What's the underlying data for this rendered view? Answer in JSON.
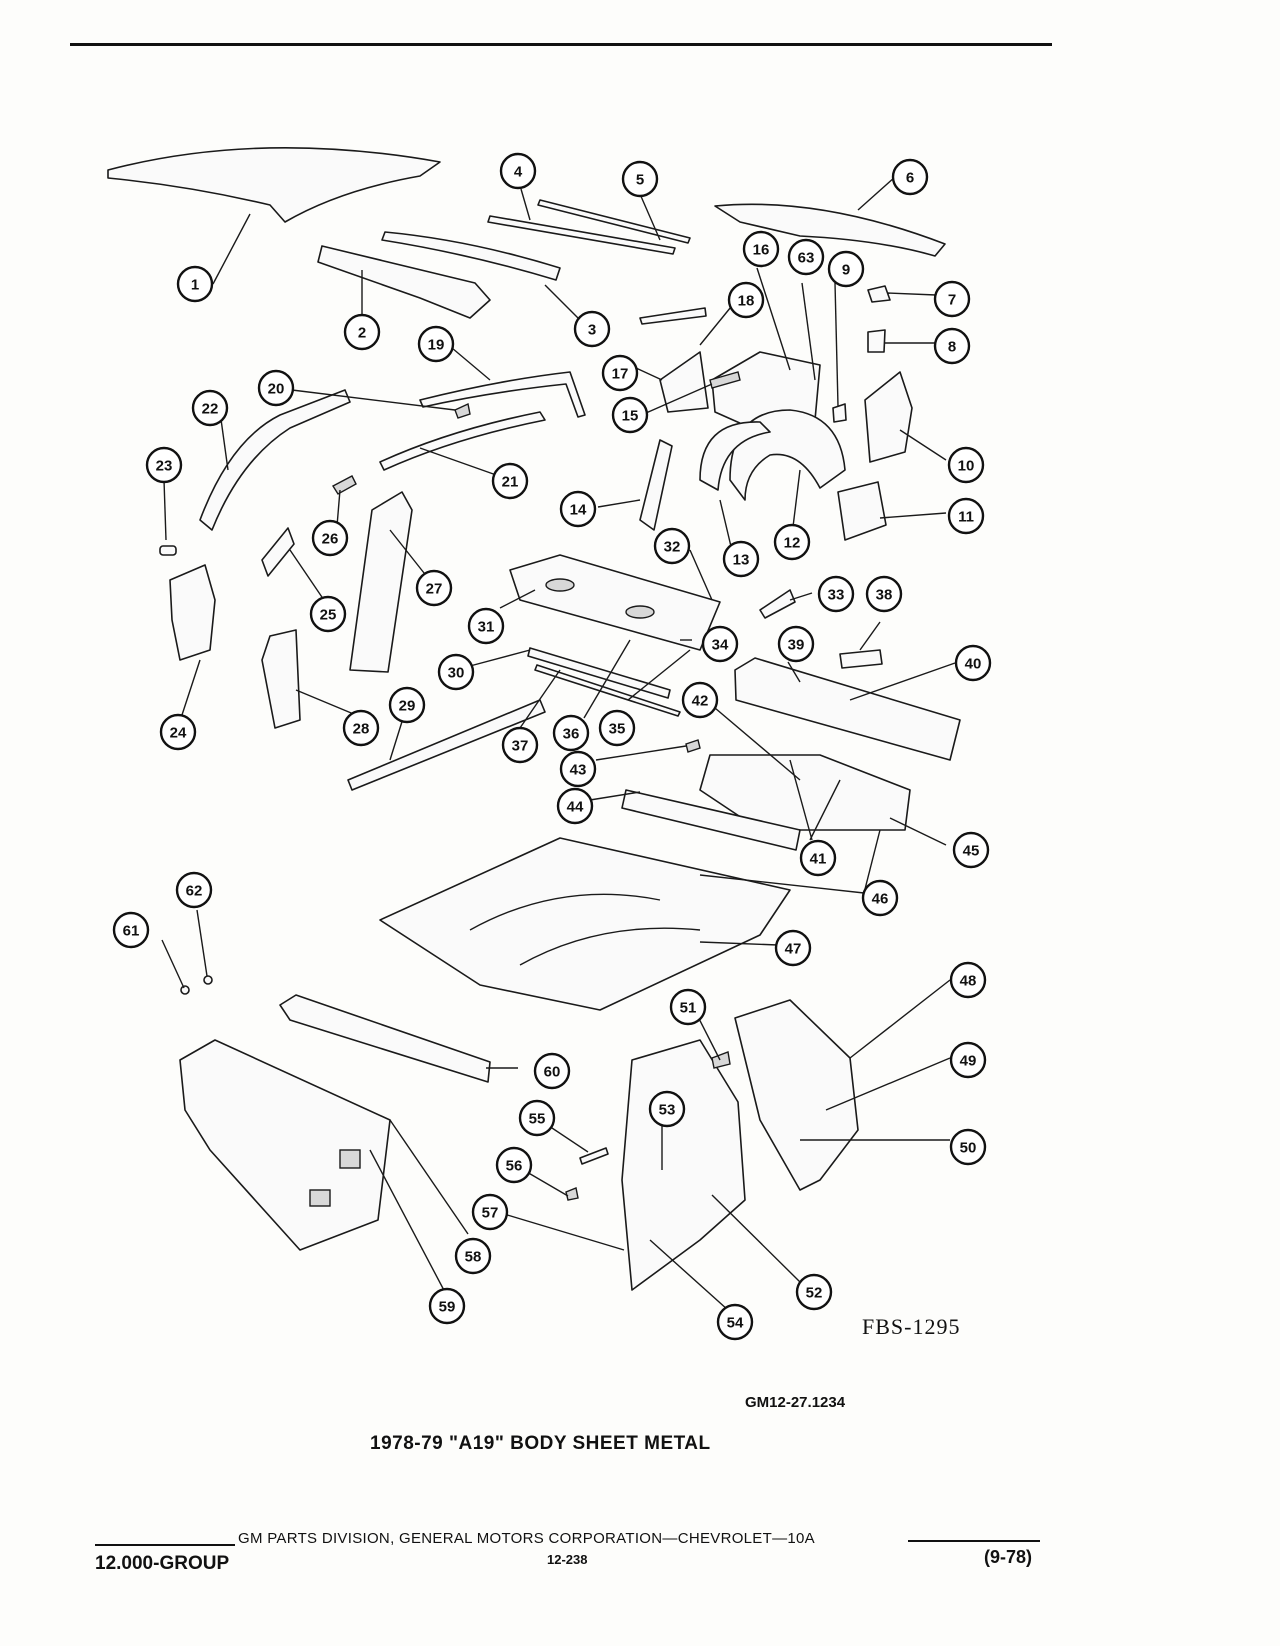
{
  "callouts": [
    "1",
    "2",
    "3",
    "4",
    "5",
    "6",
    "7",
    "8",
    "9",
    "10",
    "11",
    "12",
    "13",
    "14",
    "15",
    "16",
    "17",
    "18",
    "19",
    "20",
    "21",
    "22",
    "23",
    "24",
    "25",
    "26",
    "27",
    "28",
    "29",
    "30",
    "31",
    "32",
    "33",
    "34",
    "35",
    "36",
    "37",
    "38",
    "39",
    "40",
    "41",
    "42",
    "43",
    "44",
    "45",
    "46",
    "47",
    "48",
    "49",
    "50",
    "51",
    "52",
    "53",
    "54",
    "55",
    "56",
    "57",
    "58",
    "59",
    "60",
    "61",
    "62",
    "63"
  ],
  "figure_code": "FBS-1295",
  "catalog_code": "GM12-27.1234",
  "title": "1978-79 \"A19\" BODY SHEET METAL",
  "footer": {
    "division": "GM PARTS DIVISION, GENERAL MOTORS CORPORATION—CHEVROLET—10A",
    "group": "12.000-GROUP",
    "page": "12-238",
    "date": "(9-78)"
  }
}
